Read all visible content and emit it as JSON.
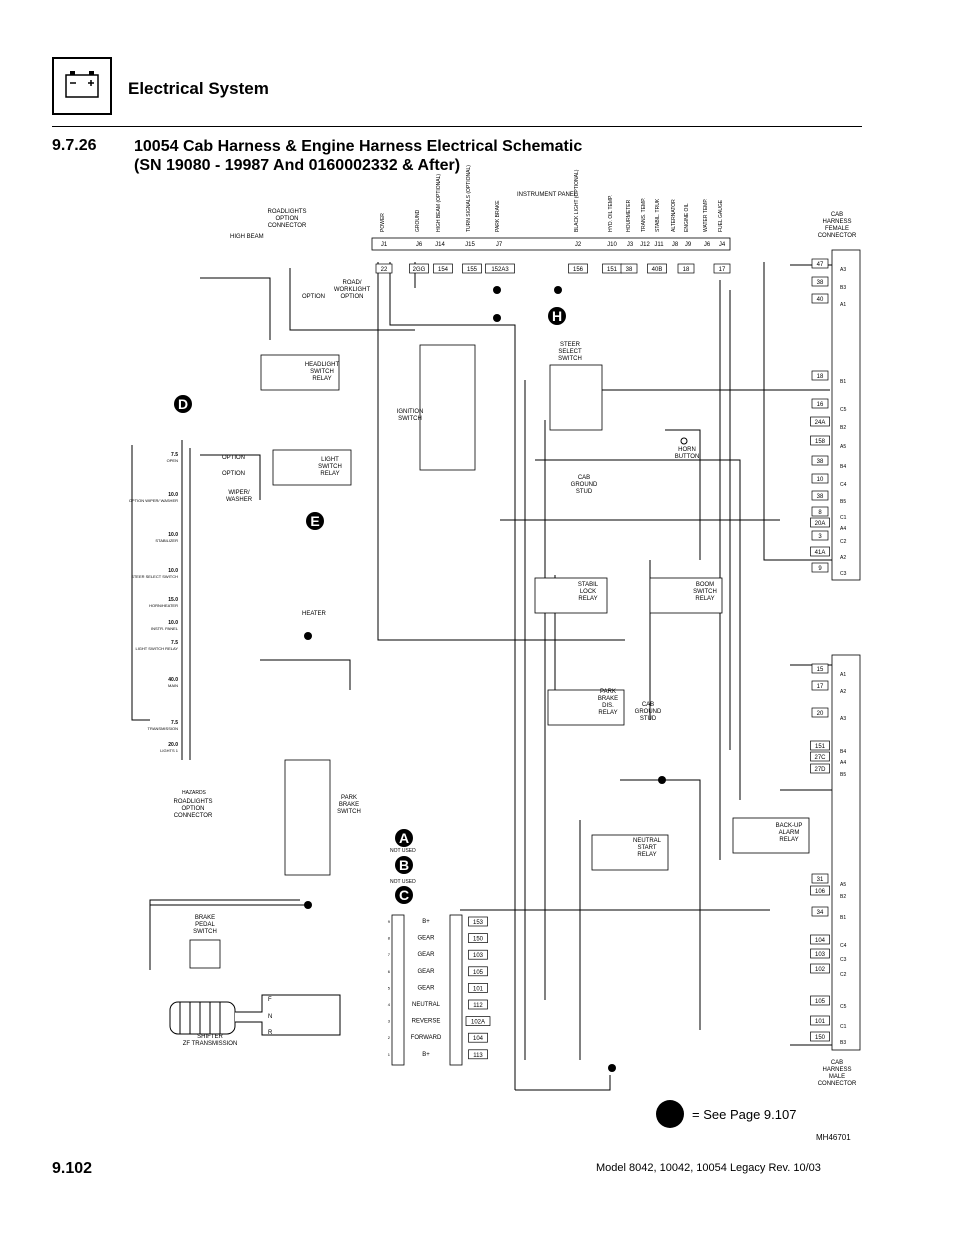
{
  "header": {
    "title": "Electrical System",
    "section_number": "9.7.26",
    "section_title_line1": "10054 Cab Harness & Engine Harness Electrical Schematic",
    "section_title_line2": "(SN 19080 - 19987 And 0160002332 & After)"
  },
  "legend": {
    "text": "= See Page 9.107"
  },
  "figure_id": "MH46701",
  "footer": {
    "page_number": "9.102",
    "model_text": "Model  8042, 10042, 10054 Legacy    Rev.  10/03"
  },
  "schematic": {
    "instrument_panel_label": "INSTRUMENT PANEL",
    "instrument_panel_signals": [
      "POWER",
      "GROUND",
      "HIGH BEAM (OPTIONAL)",
      "TURN SIGNALS (OPTIONAL)",
      "PARK BRAKE",
      "BLACK LIGHT (OPTIONAL)",
      "HYD. OIL TEMP.",
      "HOURMETER",
      "TRANS. TEMP.",
      "STABIL. TRUK",
      "ALTERNATOR",
      "ENGINE OIL",
      "WATER TEMP.",
      "FUEL GAUGE"
    ],
    "instrument_pins": [
      "J1",
      "J6",
      "J14",
      "J15",
      "J7",
      "J2",
      "J10",
      "J3",
      "J12",
      "J11",
      "J8",
      "J9",
      "J6",
      "J4"
    ],
    "instrument_wires": [
      "22",
      "2GG",
      "154",
      "155",
      "152A3",
      "156",
      "151",
      "38",
      "40B",
      "18",
      "17"
    ],
    "roadlights_top": [
      "ROADLIGHTS",
      "OPTION",
      "CONNECTOR"
    ],
    "high_beam": "HIGH BEAM",
    "road_worklight": [
      "ROAD/",
      "WORKLIGHT",
      "OPTION"
    ],
    "option": "OPTION",
    "headlight_relay": [
      "HEADLIGHT",
      "SWITCH",
      "RELAY"
    ],
    "light_relay": [
      "LIGHT",
      "SWITCH",
      "RELAY"
    ],
    "ignition": [
      "IGNITION",
      "SWITCH"
    ],
    "steer_select": [
      "STEER",
      "SELECT",
      "SWITCH"
    ],
    "horn_button": [
      "HORN",
      "BUTTON"
    ],
    "cab_ground_stud": [
      "CAB",
      "GROUND",
      "STUD"
    ],
    "stabil_relay": [
      "STABIL",
      "LOCK",
      "RELAY"
    ],
    "boom_relay": [
      "BOOM",
      "SWITCH",
      "RELAY"
    ],
    "park_brake_relay": [
      "PARK",
      "BRAKE",
      "DIS.",
      "RELAY"
    ],
    "park_brake_switch": [
      "PARK",
      "BRAKE",
      "SWITCH"
    ],
    "backup_relay": [
      "BACK-UP",
      "ALARM",
      "RELAY"
    ],
    "neutral_relay": [
      "NEUTRAL",
      "START",
      "RELAY"
    ],
    "brake_pedal": [
      "BRAKE",
      "PEDAL",
      "SWITCH"
    ],
    "shifter": [
      "SHIFTER",
      "ZF TRANSMISSION"
    ],
    "female_conn": [
      "CAB",
      "HARNESS",
      "FEMALE",
      "CONNECTOR"
    ],
    "male_conn": [
      "CAB",
      "HARNESS",
      "MALE",
      "CONNECTOR"
    ],
    "roadlights_bottom": [
      "ROADLIGHTS",
      "OPTION",
      "CONNECTOR"
    ],
    "hazards": "HAZARDS",
    "heater": "HEATER",
    "wiper": [
      "WIPER/",
      "WASHER"
    ],
    "not_used": "NOT USED",
    "fuses": [
      {
        "amp": "7.5",
        "name": "OPEN"
      },
      {
        "amp": "10.0",
        "name": "OPTION WIPER/ WASHER"
      },
      {
        "amp": "10.0",
        "name": "STABILIZER"
      },
      {
        "amp": "10.0",
        "name": "STEER SELECT SWITCH"
      },
      {
        "amp": "15.0",
        "name": "HORN/HEATER"
      },
      {
        "amp": "10.0",
        "name": "INSTR. PANEL"
      },
      {
        "amp": "7.5",
        "name": "LIGHT SWITCH RELAY"
      },
      {
        "amp": "40.0",
        "name": "MAIN"
      },
      {
        "amp": "7.5",
        "name": "TRANSMISSION"
      },
      {
        "amp": "20.0",
        "name": "LIGHTS 1"
      }
    ],
    "shifter_positions": [
      "B+",
      "GEAR",
      "GEAR",
      "GEAR",
      "GEAR",
      "NEUTRAL",
      "REVERSE",
      "FORWARD",
      "B+"
    ],
    "shifter_wires": [
      "153",
      "150",
      "103",
      "105",
      "101",
      "112",
      "102A",
      "104",
      "113"
    ],
    "female_pins": [
      {
        "wire": "47",
        "pin": "A3"
      },
      {
        "wire": "38",
        "pin": "B3"
      },
      {
        "wire": "40",
        "pin": "A1"
      },
      {
        "wire": "18",
        "pin": "B1"
      },
      {
        "wire": "16",
        "pin": "C5"
      },
      {
        "wire": "24A",
        "pin": "B2"
      },
      {
        "wire": "158",
        "pin": "A5"
      },
      {
        "wire": "38",
        "pin": "B4"
      },
      {
        "wire": "10",
        "pin": "C4"
      },
      {
        "wire": "38",
        "pin": "B5"
      },
      {
        "wire": "8",
        "pin": "C1"
      },
      {
        "wire": "20A",
        "pin": "A4"
      },
      {
        "wire": "3",
        "pin": "C2"
      },
      {
        "wire": "41A",
        "pin": "A2"
      },
      {
        "wire": "9",
        "pin": "C3"
      }
    ],
    "male_pins": [
      {
        "wire": "15",
        "pin": "A1"
      },
      {
        "wire": "17",
        "pin": "A2"
      },
      {
        "wire": "20",
        "pin": "A3"
      },
      {
        "wire": "151",
        "pin": "B4"
      },
      {
        "wire": "27C",
        "pin": "A4"
      },
      {
        "wire": "27D",
        "pin": "B5"
      },
      {
        "wire": "31",
        "pin": "A5"
      },
      {
        "wire": "106",
        "pin": "B2"
      },
      {
        "wire": "34",
        "pin": "B1"
      },
      {
        "wire": "104",
        "pin": "C4"
      },
      {
        "wire": "103",
        "pin": "C3"
      },
      {
        "wire": "102",
        "pin": "C2"
      },
      {
        "wire": "105",
        "pin": "C5"
      },
      {
        "wire": "101",
        "pin": "C1"
      },
      {
        "wire": "150",
        "pin": "B3"
      }
    ],
    "callouts": [
      "D",
      "E",
      "H",
      "A",
      "B",
      "C"
    ]
  }
}
